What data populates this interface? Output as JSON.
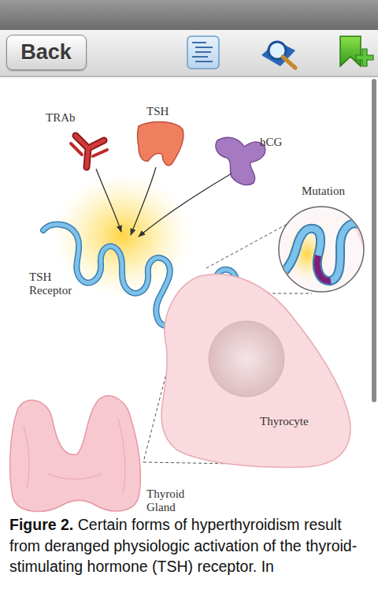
{
  "diagram": {
    "title": "Figure 2.",
    "caption": "Certain forms of hyperthyroidism result from deranged physiologic activation of the thyroid-stimulating hormone (TSH) receptor. In",
    "nodes": [
      {
        "text": [
          "Back"
        ]
      },
      {
        "text": [
          "Mutation"
        ]
      },
      {
        "text": [
          "Thyrocyte"
        ]
      }
    ],
    "labels": [
      "TRAb",
      "TSH",
      "hCG",
      "TSH Receptor",
      "Thyroid Gland"
    ]
  }
}
